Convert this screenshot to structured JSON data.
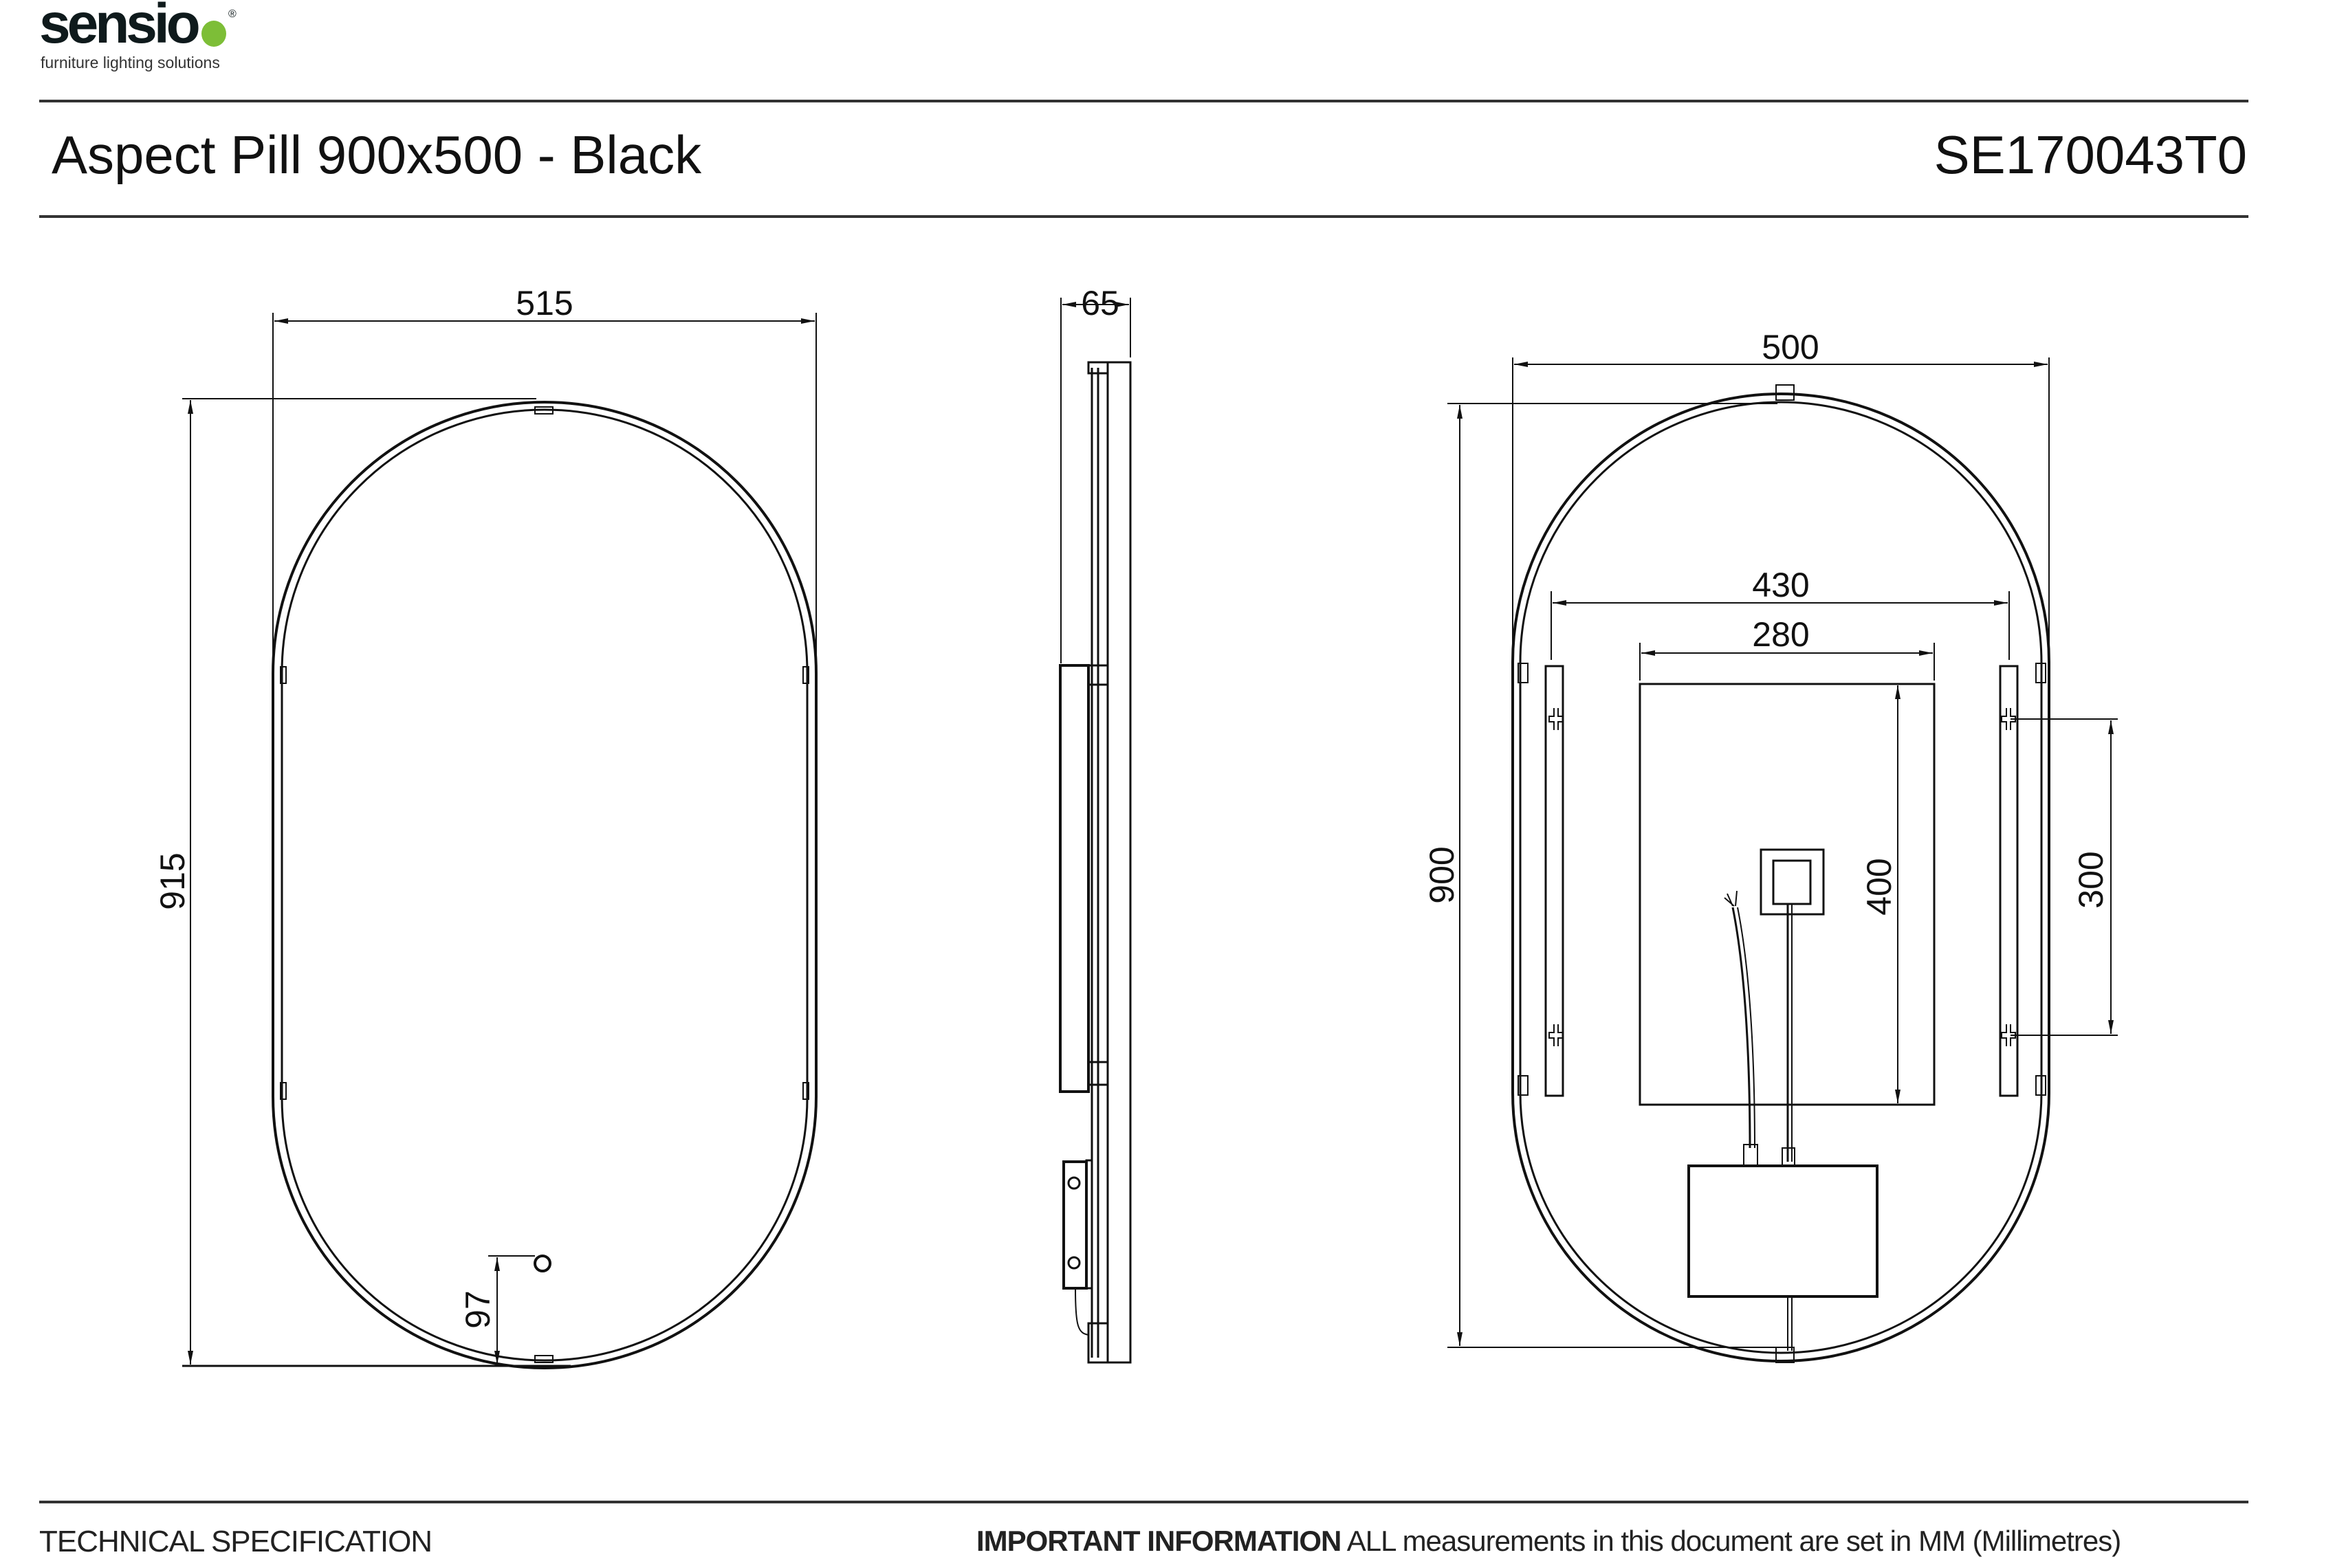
{
  "brand": {
    "name": "sensio",
    "tagline": "furniture lighting solutions",
    "registered_mark": "®",
    "accent_color": "#7dbe37",
    "text_color": "#0f1a1c"
  },
  "header": {
    "title": "Aspect Pill 900x500 - Black",
    "product_code": "SE170043T0"
  },
  "footer": {
    "left_label": "TECHNICAL SPECIFICATION",
    "important_label": "IMPORTANT INFORMATION",
    "important_text": "ALL measurements in this document are set in MM (Millimetres)"
  },
  "drawing": {
    "units": "mm",
    "front_view": {
      "width_label": "515",
      "height_label": "915",
      "sensor_offset_label": "97"
    },
    "side_view": {
      "depth_label": "65"
    },
    "rear_view": {
      "width_label": "500",
      "height_label": "900",
      "bracket_spacing_label": "430",
      "panel_width_label": "280",
      "panel_height_label": "400",
      "keyhole_spacing_label": "300"
    }
  }
}
